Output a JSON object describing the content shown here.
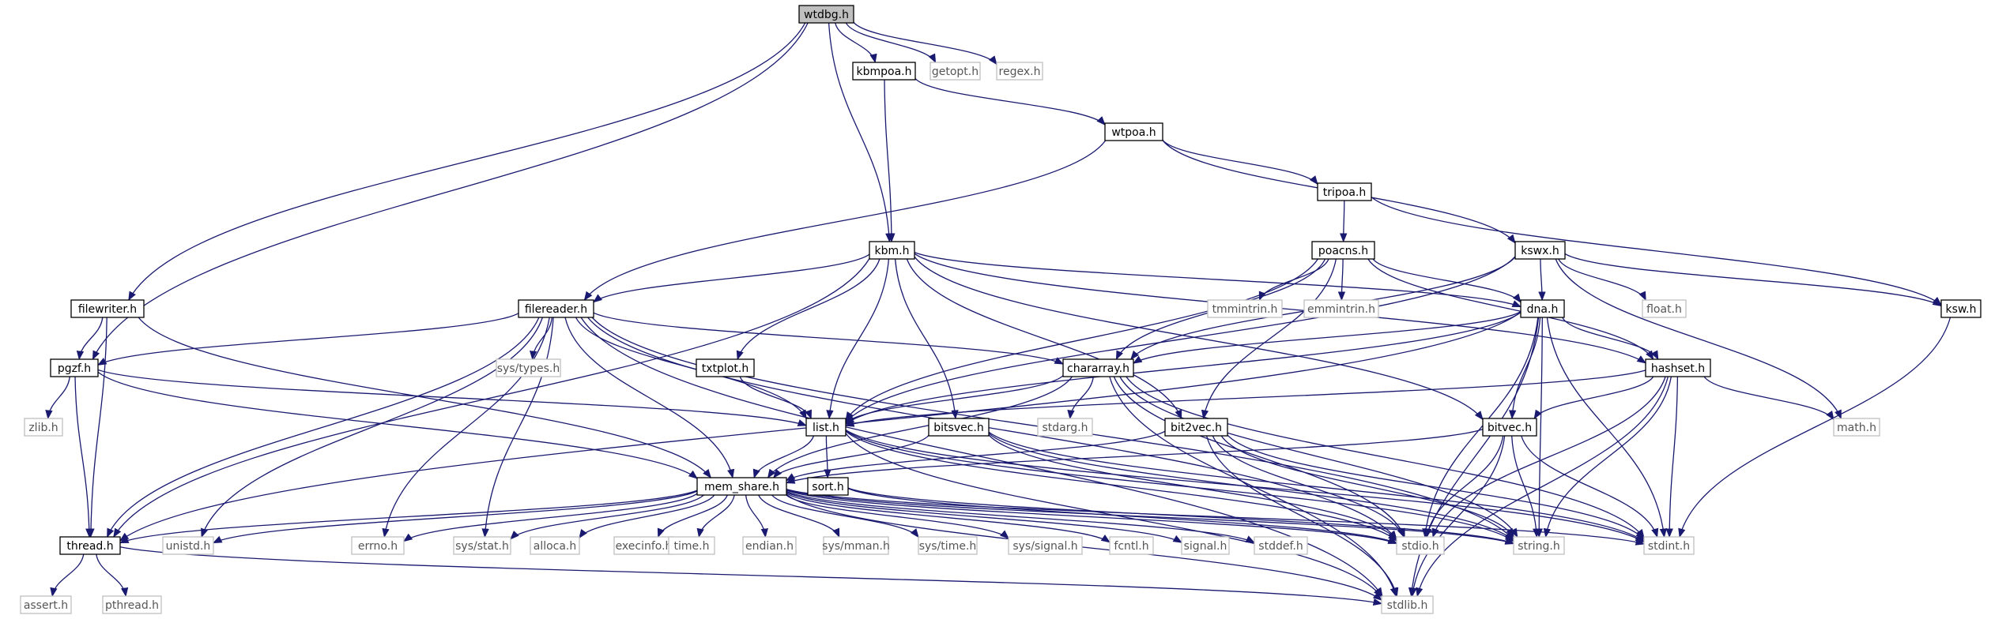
{
  "diagram": {
    "title": "",
    "colors": {
      "edge": "#191970",
      "root_fill": "#bfbfbf",
      "documented_border": "#000000",
      "undocumented_border": "#bfbfbf",
      "text": "#000000",
      "undocumented_text": "#555555"
    },
    "nodes": [
      {
        "id": "wtdbg",
        "label": "wtdbg.h",
        "kind": "root"
      },
      {
        "id": "kbmpoa",
        "label": "kbmpoa.h",
        "kind": "doc"
      },
      {
        "id": "getopt",
        "label": "getopt.h",
        "kind": "sys"
      },
      {
        "id": "regex",
        "label": "regex.h",
        "kind": "sys"
      },
      {
        "id": "wtpoa",
        "label": "wtpoa.h",
        "kind": "doc"
      },
      {
        "id": "tripoa",
        "label": "tripoa.h",
        "kind": "doc"
      },
      {
        "id": "kbm",
        "label": "kbm.h",
        "kind": "doc"
      },
      {
        "id": "poacns",
        "label": "poacns.h",
        "kind": "doc"
      },
      {
        "id": "kswx",
        "label": "kswx.h",
        "kind": "doc"
      },
      {
        "id": "filewriter",
        "label": "filewriter.h",
        "kind": "doc"
      },
      {
        "id": "filereader",
        "label": "filereader.h",
        "kind": "doc"
      },
      {
        "id": "tmmintrin",
        "label": "tmmintrin.h",
        "kind": "sys"
      },
      {
        "id": "emmintrin",
        "label": "emmintrin.h",
        "kind": "sys"
      },
      {
        "id": "dna",
        "label": "dna.h",
        "kind": "doc"
      },
      {
        "id": "float",
        "label": "float.h",
        "kind": "sys"
      },
      {
        "id": "ksw",
        "label": "ksw.h",
        "kind": "doc"
      },
      {
        "id": "pgzf",
        "label": "pgzf.h",
        "kind": "doc"
      },
      {
        "id": "systypes",
        "label": "sys/types.h",
        "kind": "sys"
      },
      {
        "id": "txtplot",
        "label": "txtplot.h",
        "kind": "doc"
      },
      {
        "id": "chararray",
        "label": "chararray.h",
        "kind": "doc"
      },
      {
        "id": "hashset",
        "label": "hashset.h",
        "kind": "doc"
      },
      {
        "id": "zlib",
        "label": "zlib.h",
        "kind": "sys"
      },
      {
        "id": "list",
        "label": "list.h",
        "kind": "doc"
      },
      {
        "id": "bitsvec",
        "label": "bitsvec.h",
        "kind": "doc"
      },
      {
        "id": "stdarg",
        "label": "stdarg.h",
        "kind": "sys"
      },
      {
        "id": "bit2vec",
        "label": "bit2vec.h",
        "kind": "doc"
      },
      {
        "id": "bitvec",
        "label": "bitvec.h",
        "kind": "doc"
      },
      {
        "id": "math",
        "label": "math.h",
        "kind": "sys"
      },
      {
        "id": "memshare",
        "label": "mem_share.h",
        "kind": "doc"
      },
      {
        "id": "sort",
        "label": "sort.h",
        "kind": "doc"
      },
      {
        "id": "thread",
        "label": "thread.h",
        "kind": "doc"
      },
      {
        "id": "unistd",
        "label": "unistd.h",
        "kind": "sys"
      },
      {
        "id": "errno",
        "label": "errno.h",
        "kind": "sys"
      },
      {
        "id": "sysstat",
        "label": "sys/stat.h",
        "kind": "sys"
      },
      {
        "id": "alloca",
        "label": "alloca.h",
        "kind": "sys"
      },
      {
        "id": "execinfo",
        "label": "execinfo.h",
        "kind": "sys"
      },
      {
        "id": "time",
        "label": "time.h",
        "kind": "sys"
      },
      {
        "id": "endian",
        "label": "endian.h",
        "kind": "sys"
      },
      {
        "id": "sysmman",
        "label": "sys/mman.h",
        "kind": "sys"
      },
      {
        "id": "systime",
        "label": "sys/time.h",
        "kind": "sys"
      },
      {
        "id": "syssignal",
        "label": "sys/signal.h",
        "kind": "sys"
      },
      {
        "id": "fcntl",
        "label": "fcntl.h",
        "kind": "sys"
      },
      {
        "id": "signal",
        "label": "signal.h",
        "kind": "sys"
      },
      {
        "id": "stddef",
        "label": "stddef.h",
        "kind": "sys"
      },
      {
        "id": "stdio",
        "label": "stdio.h",
        "kind": "sys"
      },
      {
        "id": "string",
        "label": "string.h",
        "kind": "sys"
      },
      {
        "id": "stdint",
        "label": "stdint.h",
        "kind": "sys"
      },
      {
        "id": "assert",
        "label": "assert.h",
        "kind": "sys"
      },
      {
        "id": "pthread",
        "label": "pthread.h",
        "kind": "sys"
      },
      {
        "id": "stdlib",
        "label": "stdlib.h",
        "kind": "sys"
      }
    ],
    "edges": [
      [
        "wtdbg",
        "kbmpoa"
      ],
      [
        "wtdbg",
        "getopt"
      ],
      [
        "wtdbg",
        "regex"
      ],
      [
        "wtdbg",
        "kbm"
      ],
      [
        "wtdbg",
        "filewriter"
      ],
      [
        "wtdbg",
        "pgzf"
      ],
      [
        "kbmpoa",
        "wtpoa"
      ],
      [
        "kbmpoa",
        "kbm"
      ],
      [
        "wtpoa",
        "tripoa"
      ],
      [
        "wtpoa",
        "kswx"
      ],
      [
        "wtpoa",
        "filereader"
      ],
      [
        "tripoa",
        "poacns"
      ],
      [
        "tripoa",
        "ksw"
      ],
      [
        "kbm",
        "filereader"
      ],
      [
        "kbm",
        "txtplot"
      ],
      [
        "kbm",
        "list"
      ],
      [
        "kbm",
        "bitsvec"
      ],
      [
        "kbm",
        "bit2vec"
      ],
      [
        "kbm",
        "bitvec"
      ],
      [
        "kbm",
        "hashset"
      ],
      [
        "kbm",
        "dna"
      ],
      [
        "kbm",
        "thread"
      ],
      [
        "poacns",
        "tmmintrin"
      ],
      [
        "poacns",
        "emmintrin"
      ],
      [
        "poacns",
        "dna"
      ],
      [
        "poacns",
        "chararray"
      ],
      [
        "poacns",
        "list"
      ],
      [
        "poacns",
        "bit2vec"
      ],
      [
        "poacns",
        "hashset"
      ],
      [
        "kswx",
        "dna"
      ],
      [
        "kswx",
        "float"
      ],
      [
        "kswx",
        "ksw"
      ],
      [
        "kswx",
        "math"
      ],
      [
        "kswx",
        "chararray"
      ],
      [
        "kswx",
        "list"
      ],
      [
        "ksw",
        "stdint"
      ],
      [
        "filewriter",
        "pgzf"
      ],
      [
        "filewriter",
        "thread"
      ],
      [
        "filewriter",
        "memshare"
      ],
      [
        "filereader",
        "pgzf"
      ],
      [
        "filereader",
        "systypes"
      ],
      [
        "filereader",
        "chararray"
      ],
      [
        "filereader",
        "list"
      ],
      [
        "filereader",
        "memshare"
      ],
      [
        "filereader",
        "thread"
      ],
      [
        "filereader",
        "unistd"
      ],
      [
        "filereader",
        "errno"
      ],
      [
        "filereader",
        "sysstat"
      ],
      [
        "filereader",
        "stdio"
      ],
      [
        "filereader",
        "string"
      ],
      [
        "filereader",
        "stdlib"
      ],
      [
        "dna",
        "chararray"
      ],
      [
        "dna",
        "list"
      ],
      [
        "dna",
        "bitvec"
      ],
      [
        "dna",
        "hashset"
      ],
      [
        "dna",
        "thread"
      ],
      [
        "dna",
        "string"
      ],
      [
        "dna",
        "stdint"
      ],
      [
        "dna",
        "stdio"
      ],
      [
        "dna",
        "stdlib"
      ],
      [
        "pgzf",
        "zlib"
      ],
      [
        "pgzf",
        "list"
      ],
      [
        "pgzf",
        "thread"
      ],
      [
        "pgzf",
        "memshare"
      ],
      [
        "txtplot",
        "list"
      ],
      [
        "chararray",
        "list"
      ],
      [
        "chararray",
        "stdarg"
      ],
      [
        "chararray",
        "memshare"
      ],
      [
        "chararray",
        "string"
      ],
      [
        "chararray",
        "stdio"
      ],
      [
        "chararray",
        "stdint"
      ],
      [
        "chararray",
        "stdlib"
      ],
      [
        "hashset",
        "bitvec"
      ],
      [
        "hashset",
        "list"
      ],
      [
        "hashset",
        "math"
      ],
      [
        "hashset",
        "stdio"
      ],
      [
        "hashset",
        "string"
      ],
      [
        "hashset",
        "stdint"
      ],
      [
        "hashset",
        "stdlib"
      ],
      [
        "list",
        "memshare"
      ],
      [
        "list",
        "sort"
      ],
      [
        "list",
        "stdio"
      ],
      [
        "list",
        "string"
      ],
      [
        "list",
        "stdint"
      ],
      [
        "list",
        "stdlib"
      ],
      [
        "bitsvec",
        "memshare"
      ],
      [
        "bitsvec",
        "stdio"
      ],
      [
        "bitsvec",
        "string"
      ],
      [
        "bitsvec",
        "stdint"
      ],
      [
        "bit2vec",
        "memshare"
      ],
      [
        "bit2vec",
        "stdio"
      ],
      [
        "bit2vec",
        "string"
      ],
      [
        "bit2vec",
        "stdint"
      ],
      [
        "bit2vec",
        "stdlib"
      ],
      [
        "bitvec",
        "memshare"
      ],
      [
        "bitvec",
        "stdio"
      ],
      [
        "bitvec",
        "string"
      ],
      [
        "bitvec",
        "stdint"
      ],
      [
        "bitvec",
        "stdlib"
      ],
      [
        "memshare",
        "thread"
      ],
      [
        "memshare",
        "unistd"
      ],
      [
        "memshare",
        "errno"
      ],
      [
        "memshare",
        "sysstat"
      ],
      [
        "memshare",
        "alloca"
      ],
      [
        "memshare",
        "execinfo"
      ],
      [
        "memshare",
        "time"
      ],
      [
        "memshare",
        "endian"
      ],
      [
        "memshare",
        "sysmman"
      ],
      [
        "memshare",
        "systime"
      ],
      [
        "memshare",
        "syssignal"
      ],
      [
        "memshare",
        "fcntl"
      ],
      [
        "memshare",
        "signal"
      ],
      [
        "memshare",
        "stddef"
      ],
      [
        "memshare",
        "stdio"
      ],
      [
        "memshare",
        "string"
      ],
      [
        "memshare",
        "stdint"
      ],
      [
        "memshare",
        "stdlib"
      ],
      [
        "sort",
        "stdio"
      ],
      [
        "sort",
        "string"
      ],
      [
        "thread",
        "assert"
      ],
      [
        "thread",
        "pthread"
      ],
      [
        "thread",
        "stdlib"
      ]
    ]
  }
}
